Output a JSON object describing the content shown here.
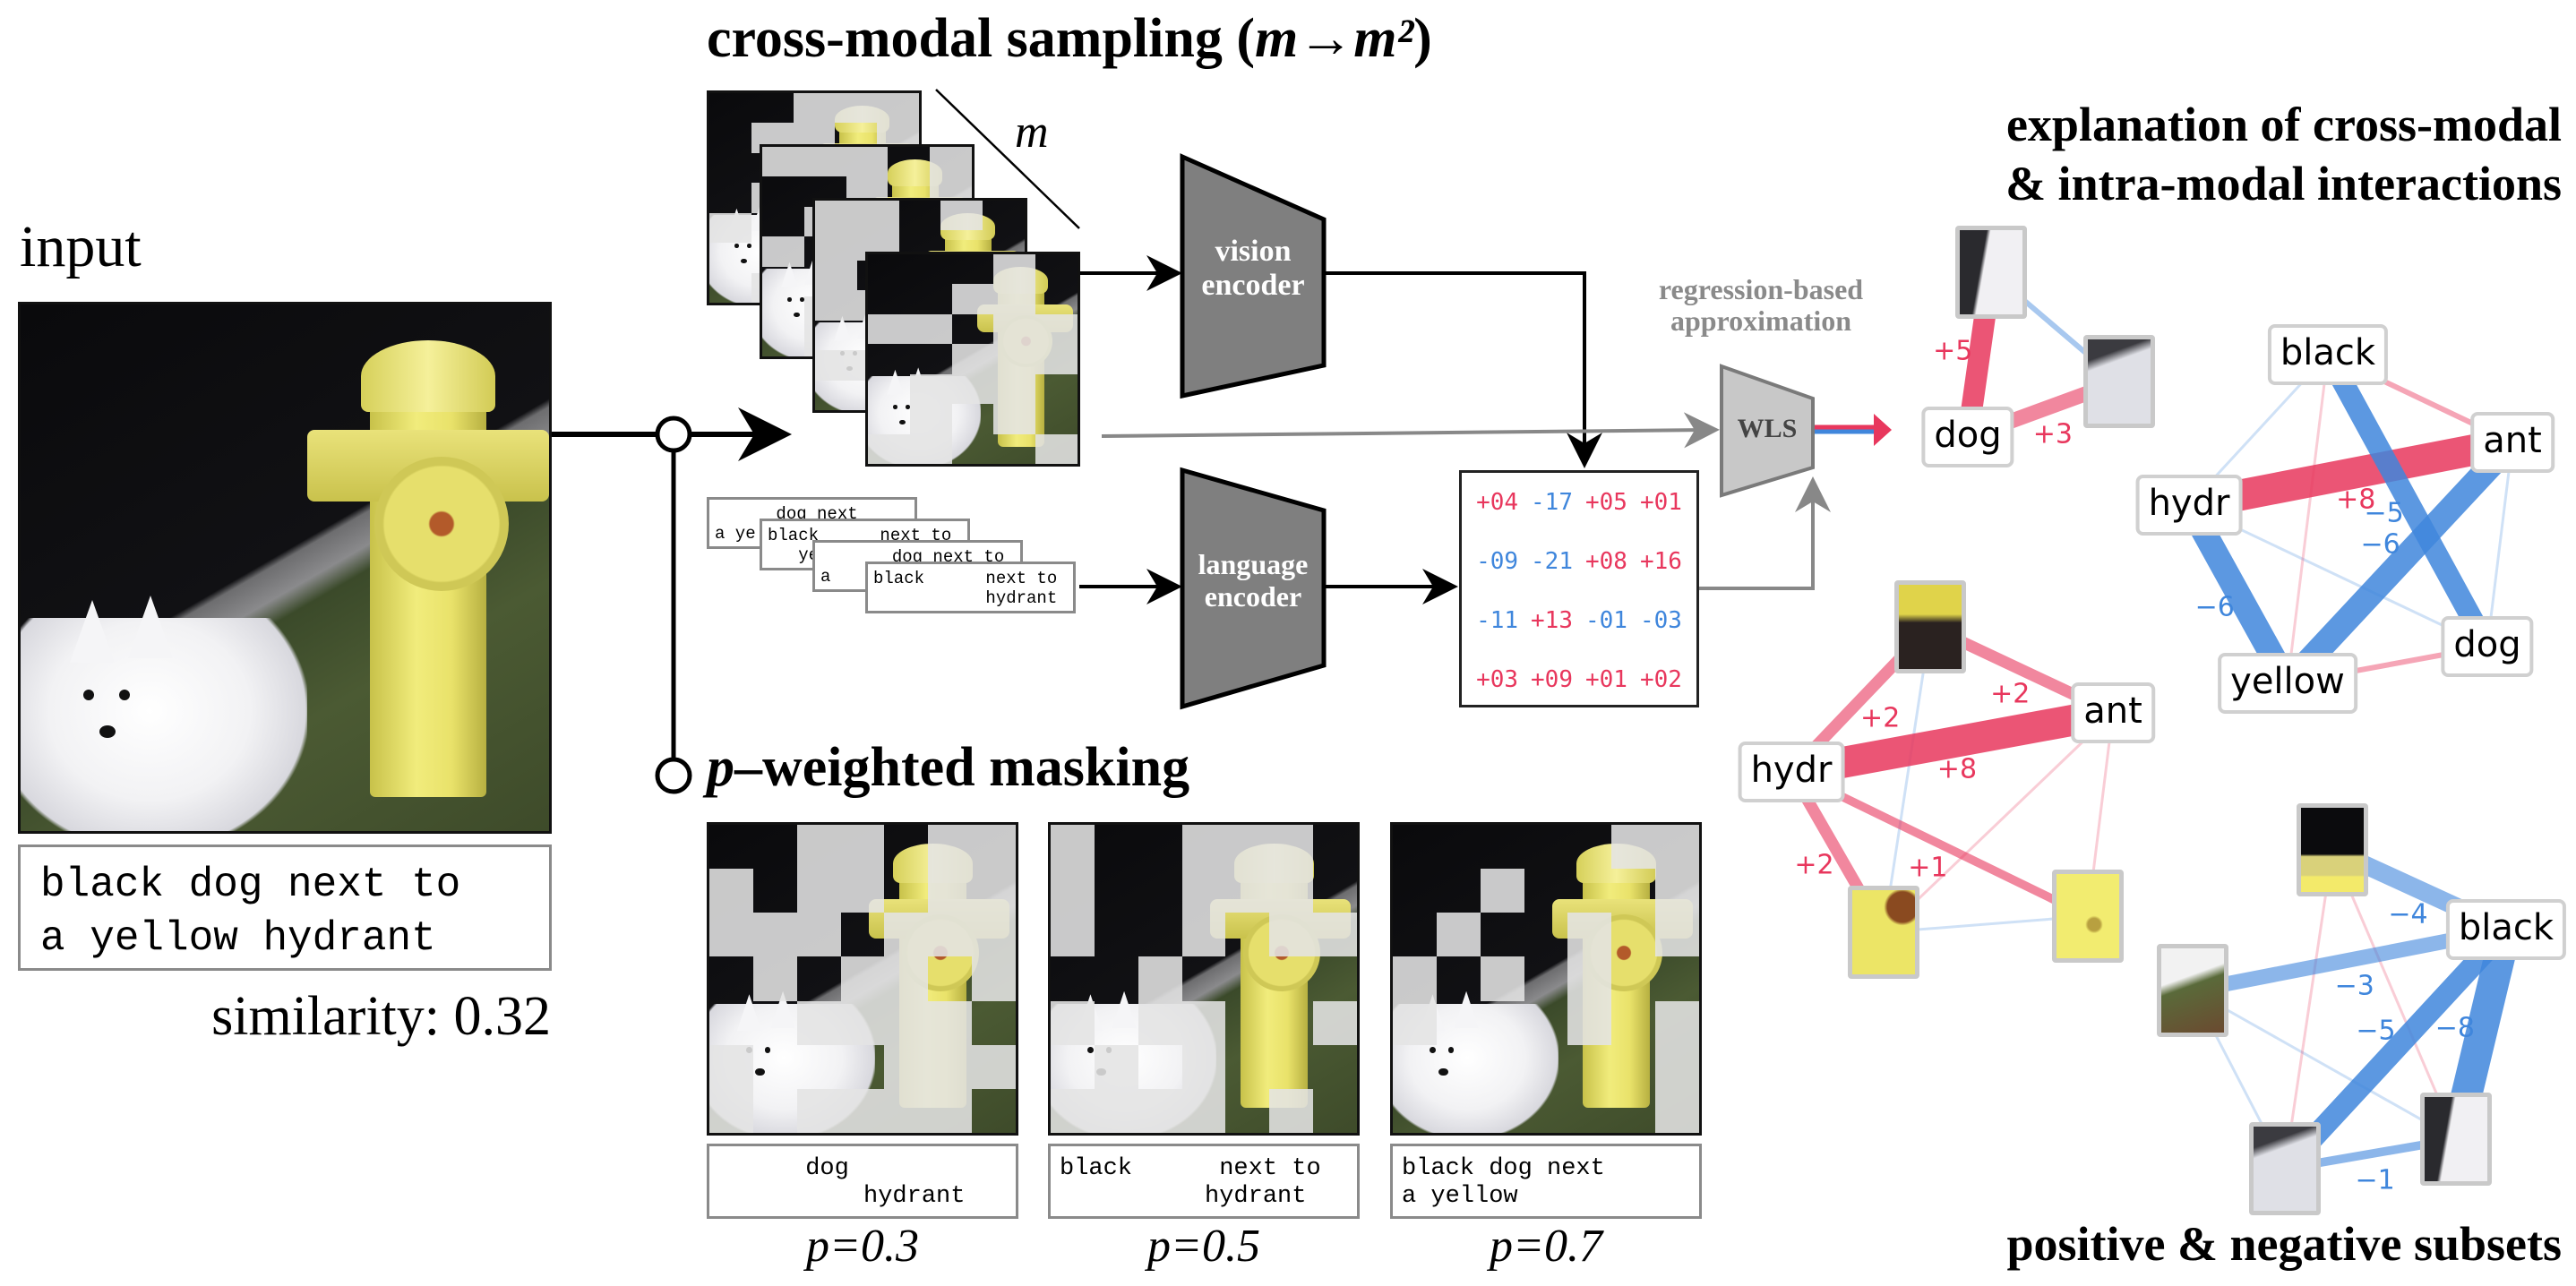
{
  "input": {
    "title": "input",
    "caption_line1": "black dog next to",
    "caption_line2": "a yellow hydrant",
    "similarity": "similarity: 0.32"
  },
  "sampling": {
    "title_main": "cross-modal sampling (",
    "title_math": "m→m²",
    "title_close": ")",
    "stack_label": "m",
    "text_masks": [
      {
        "line1": "      dog next",
        "line2": "a ye"
      },
      {
        "line1": "black      next to",
        "line2": "   ye"
      },
      {
        "line1": "       dog next to",
        "line2": "a"
      },
      {
        "line1": "black      next to",
        "line2": "           hydrant"
      }
    ]
  },
  "encoders": {
    "vision": {
      "line1": "vision",
      "line2": "encoder"
    },
    "language": {
      "line1": "language",
      "line2": "encoder"
    }
  },
  "matrix": {
    "rows": [
      [
        "+04",
        "-17",
        "+05",
        "+01"
      ],
      [
        "-09",
        "-21",
        "+08",
        "+16"
      ],
      [
        "-11",
        "+13",
        "-01",
        "-03"
      ],
      [
        "+03",
        "+09",
        "+01",
        "+02"
      ]
    ]
  },
  "regression": {
    "label_line1": "regression-based",
    "label_line2": "approximation",
    "box_label": "WLS"
  },
  "masking": {
    "title_var": "p",
    "title_rest": "–weighted masking",
    "panels": [
      {
        "p_label": "p=0.3",
        "text_line1": "      dog",
        "text_line2": "          hydrant"
      },
      {
        "p_label": "p=0.5",
        "text_line1": "black      next to",
        "text_line2": "          hydrant"
      },
      {
        "p_label": "p=0.7",
        "text_line1": "black dog next",
        "text_line2": "a yellow"
      }
    ]
  },
  "explanation": {
    "title_line1": "explanation of cross-modal",
    "title_line2": "& intra-modal interactions",
    "subsets_title": "positive & negative subsets",
    "graphs": {
      "cross_modal": {
        "nodes": [
          "img-patch-dog-face",
          "img-patch-dog-ear",
          "dog"
        ],
        "edges": [
          {
            "from": "img-patch-dog-face",
            "to": "dog",
            "label": "+5",
            "sign": "pos"
          },
          {
            "from": "dog",
            "to": "img-patch-dog-ear",
            "label": "+3",
            "sign": "pos"
          },
          {
            "from": "img-patch-dog-face",
            "to": "img-patch-dog-ear",
            "label": "",
            "sign": "neg"
          }
        ]
      },
      "intra_modal": {
        "nodes": [
          "black",
          "ant",
          "hydr",
          "dog",
          "yellow"
        ],
        "edges": [
          {
            "from": "hydr",
            "to": "ant",
            "label": "+8",
            "sign": "pos"
          },
          {
            "from": "black",
            "to": "dog",
            "label": "−5",
            "sign": "neg"
          },
          {
            "from": "ant",
            "to": "yellow",
            "label": "−6",
            "sign": "neg"
          },
          {
            "from": "hydr",
            "to": "yellow",
            "label": "−6",
            "sign": "neg"
          },
          {
            "from": "yellow",
            "to": "dog",
            "label": "",
            "sign": "pos"
          },
          {
            "from": "black",
            "to": "ant",
            "label": "",
            "sign": "pos"
          }
        ]
      },
      "positive_subset": {
        "nodes": [
          "img-patch-hydrant-chain",
          "ant",
          "hydr",
          "img-patch-hydrant-bolt",
          "img-patch-hydrant-disk"
        ],
        "edges": [
          {
            "from": "hydr",
            "to": "ant",
            "label": "+8",
            "sign": "pos"
          },
          {
            "from": "img-patch-hydrant-chain",
            "to": "ant",
            "label": "+2",
            "sign": "pos"
          },
          {
            "from": "hydr",
            "to": "img-patch-hydrant-chain",
            "label": "+2",
            "sign": "pos"
          },
          {
            "from": "hydr",
            "to": "img-patch-hydrant-bolt",
            "label": "+2",
            "sign": "pos"
          },
          {
            "from": "hydr",
            "to": "img-patch-hydrant-disk",
            "label": "+1",
            "sign": "pos"
          }
        ]
      },
      "negative_subset": {
        "nodes": [
          "img-patch-hydrant-top",
          "black",
          "img-patch-grass",
          "img-patch-dog-face",
          "img-patch-dog-ear"
        ],
        "edges": [
          {
            "from": "img-patch-hydrant-top",
            "to": "black",
            "label": "−4",
            "sign": "neg"
          },
          {
            "from": "img-patch-grass",
            "to": "black",
            "label": "−3",
            "sign": "neg"
          },
          {
            "from": "black",
            "to": "img-patch-dog-ear",
            "label": "−5",
            "sign": "neg"
          },
          {
            "from": "black",
            "to": "img-patch-dog-face",
            "label": "−8",
            "sign": "neg"
          },
          {
            "from": "img-patch-dog-ear",
            "to": "img-patch-dog-face",
            "label": "−1",
            "sign": "neg"
          }
        ]
      }
    }
  },
  "colors": {
    "positive": "#e8375d",
    "negative": "#3f86dc",
    "encoder_fill": "#7f7f7f",
    "wls_fill": "#c8c8c8",
    "annotation_gray": "#8a8a8a"
  }
}
